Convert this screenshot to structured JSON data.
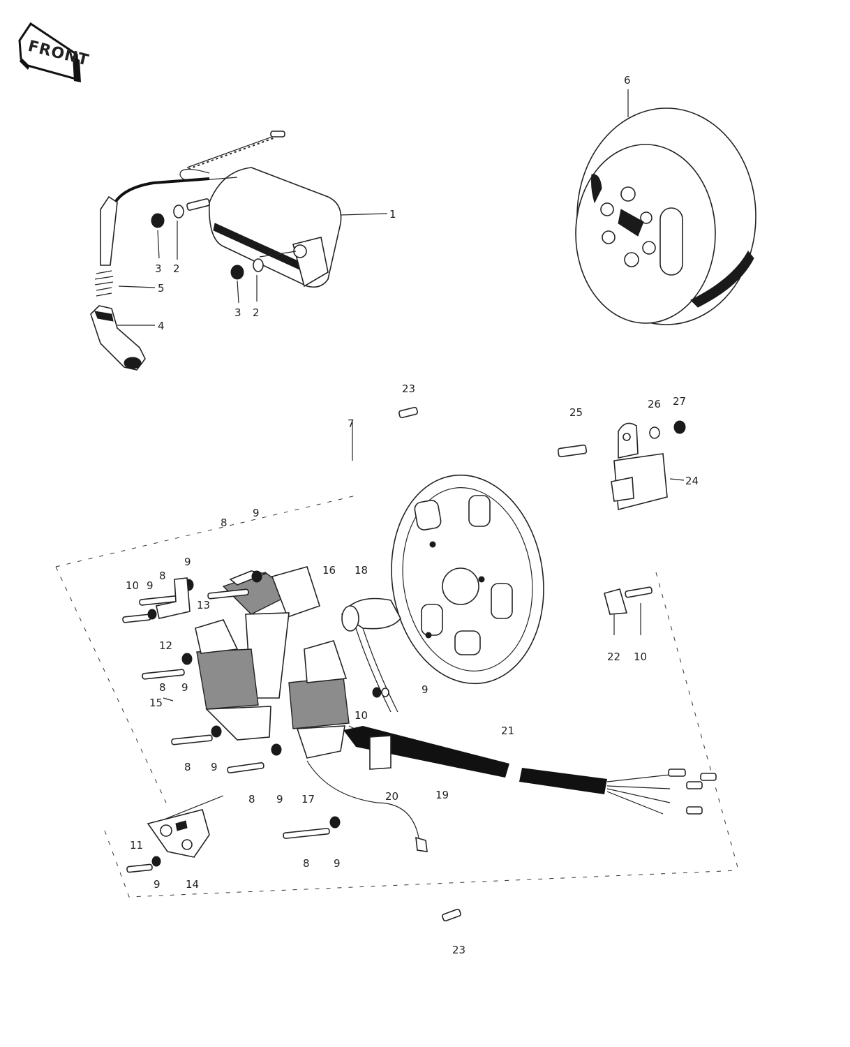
{
  "front_badge": {
    "text": "FRONT"
  },
  "callouts": [
    {
      "id": "c-1",
      "text": "1"
    },
    {
      "id": "c-2",
      "text": "2"
    },
    {
      "id": "c-2b",
      "text": "2"
    },
    {
      "id": "c-3a",
      "text": "3"
    },
    {
      "id": "c-3b",
      "text": "3"
    },
    {
      "id": "c-4",
      "text": "4"
    },
    {
      "id": "c-5",
      "text": "5"
    },
    {
      "id": "c-6",
      "text": "6"
    },
    {
      "id": "c-7",
      "text": "7"
    },
    {
      "id": "c-8a",
      "text": "8"
    },
    {
      "id": "c-8b",
      "text": "8"
    },
    {
      "id": "c-8c",
      "text": "8"
    },
    {
      "id": "c-8d",
      "text": "8"
    },
    {
      "id": "c-8e",
      "text": "8"
    },
    {
      "id": "c-8f",
      "text": "8"
    },
    {
      "id": "c-9a",
      "text": "9"
    },
    {
      "id": "c-9b",
      "text": "9"
    },
    {
      "id": "c-9c",
      "text": "9"
    },
    {
      "id": "c-9d",
      "text": "9"
    },
    {
      "id": "c-9e",
      "text": "9"
    },
    {
      "id": "c-9f",
      "text": "9"
    },
    {
      "id": "c-9g",
      "text": "9"
    },
    {
      "id": "c-9h",
      "text": "9"
    },
    {
      "id": "c-9i",
      "text": "9"
    },
    {
      "id": "c-10a",
      "text": "10"
    },
    {
      "id": "c-10b",
      "text": "10"
    },
    {
      "id": "c-10c",
      "text": "10"
    },
    {
      "id": "c-11",
      "text": "11"
    },
    {
      "id": "c-12",
      "text": "12"
    },
    {
      "id": "c-13",
      "text": "13"
    },
    {
      "id": "c-14",
      "text": "14"
    },
    {
      "id": "c-15",
      "text": "15"
    },
    {
      "id": "c-16",
      "text": "16"
    },
    {
      "id": "c-17",
      "text": "17"
    },
    {
      "id": "c-18",
      "text": "18"
    },
    {
      "id": "c-19",
      "text": "19"
    },
    {
      "id": "c-20",
      "text": "20"
    },
    {
      "id": "c-21",
      "text": "21"
    },
    {
      "id": "c-22",
      "text": "22"
    },
    {
      "id": "c-23a",
      "text": "23"
    },
    {
      "id": "c-23b",
      "text": "23"
    },
    {
      "id": "c-24",
      "text": "24"
    },
    {
      "id": "c-25",
      "text": "25"
    },
    {
      "id": "c-26",
      "text": "26"
    },
    {
      "id": "c-27",
      "text": "27"
    }
  ]
}
